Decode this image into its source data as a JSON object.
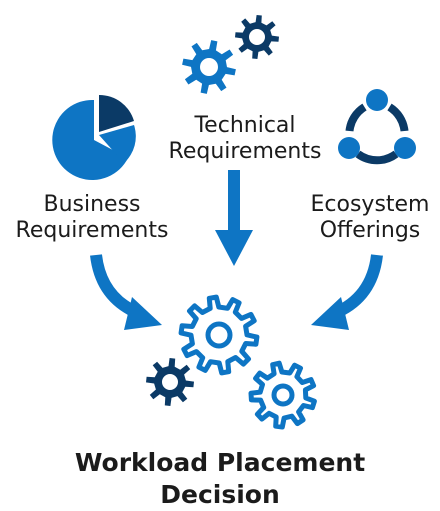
{
  "diagram": {
    "technical": {
      "line1": "Technical",
      "line2": "Requirements",
      "icon": "gears-icon"
    },
    "business": {
      "line1": "Business",
      "line2": "Requirements",
      "icon": "pie-chart-icon"
    },
    "ecosystem": {
      "line1": "Ecosystem",
      "line2": "Offerings",
      "icon": "cycle-nodes-icon"
    },
    "result": {
      "line1": "Workload Placement",
      "line2": "Decision",
      "icon": "decision-gears-icon"
    }
  },
  "colors": {
    "blue": "#0e75c4",
    "navy": "#0b3a66",
    "text": "#1b1b1b"
  }
}
